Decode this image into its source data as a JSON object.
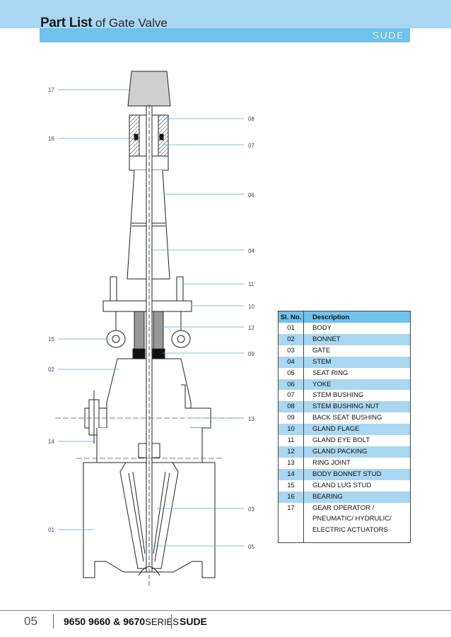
{
  "header": {
    "title_bold": "Part List",
    "title_rest": " of Gate Valve",
    "brand": "SUDE"
  },
  "callouts": {
    "c17": "17",
    "c16": "16",
    "c08": "08",
    "c07": "07",
    "c06": "06",
    "c04": "04",
    "c11": "11",
    "c10": "10",
    "c12": "12",
    "c15": "15",
    "c09": "09",
    "c02": "02",
    "c13": "13",
    "c14": "14",
    "c03": "03",
    "c01": "01",
    "c05": "05"
  },
  "parts_table": {
    "col_no": "Sl. No.",
    "col_desc": "Description",
    "rows": [
      {
        "no": "01",
        "desc": "BODY"
      },
      {
        "no": "02",
        "desc": "BONNET"
      },
      {
        "no": "03",
        "desc": "GATE"
      },
      {
        "no": "04",
        "desc": "STEM"
      },
      {
        "no": "05",
        "desc": "SEAT RING"
      },
      {
        "no": "06",
        "desc": "YOKE"
      },
      {
        "no": "07",
        "desc": "STEM BUSHING"
      },
      {
        "no": "08",
        "desc": "STEM BUSHING NUT"
      },
      {
        "no": "09",
        "desc": "BACK SEAT BUSHING"
      },
      {
        "no": "10",
        "desc": "GLAND FLAGE"
      },
      {
        "no": "11",
        "desc": "GLAND EYE BOLT"
      },
      {
        "no": "12",
        "desc": "GLAND PACKING"
      },
      {
        "no": "13",
        "desc": "RING JOINT"
      },
      {
        "no": "14",
        "desc": "BODY BONNET STUD"
      },
      {
        "no": "15",
        "desc": "GLAND LUG STUD"
      },
      {
        "no": "16",
        "desc": "BEARING"
      },
      {
        "no": "17",
        "desc_lines": [
          "GEAR OPERATOR /",
          "PNEUMATIC/ HYDRULIC/",
          "ELECTRIC ACTUATORS"
        ]
      }
    ]
  },
  "footer": {
    "page": "05",
    "series_bold": "9650 9660 & 9670",
    "series_thin": "SERIES",
    "brand": "SUDE"
  }
}
